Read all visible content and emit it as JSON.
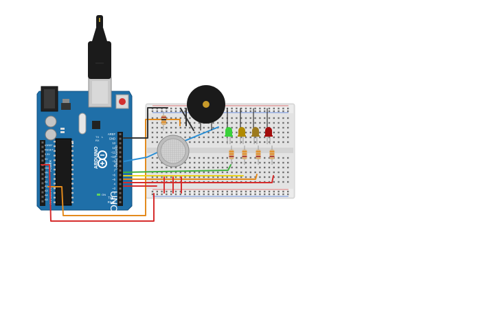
{
  "arduino": {
    "brand": "ARDUINO",
    "model": "UNO",
    "section_digital": "DIGITAL (PWM~)",
    "section_power": "POWER",
    "section_analog": "ANALOG IN",
    "pin_labels_right": [
      "AREF",
      "GND",
      "13",
      "12",
      "~11",
      "~10",
      "~9",
      "8",
      "7",
      "~6",
      "~5",
      "4",
      "~3",
      "2",
      "TX▶1",
      "RX◀0"
    ],
    "pin_labels_left": [
      "IOREF",
      "RESET",
      "3.3V",
      "5V",
      "GND",
      "GND",
      "Vin",
      "A0",
      "A1",
      "A2",
      "A3",
      "A4",
      "A5"
    ],
    "marks": {
      "on_led": "ON",
      "tx": "TX",
      "rx": "RX",
      "l_led": "L"
    }
  },
  "components": {
    "leds": [
      {
        "name": "green",
        "color": "#3ad13a"
      },
      {
        "name": "yellow",
        "color": "#b08a00"
      },
      {
        "name": "amber",
        "color": "#9c7a1e"
      },
      {
        "name": "red",
        "color": "#a30d0d"
      }
    ],
    "wire_colors": {
      "orange": "#e38a1c",
      "red": "#d62c2c",
      "green": "#3fb23f",
      "yellow": "#e8d21c",
      "blue": "#2a8fd6",
      "black": "#333333"
    }
  }
}
